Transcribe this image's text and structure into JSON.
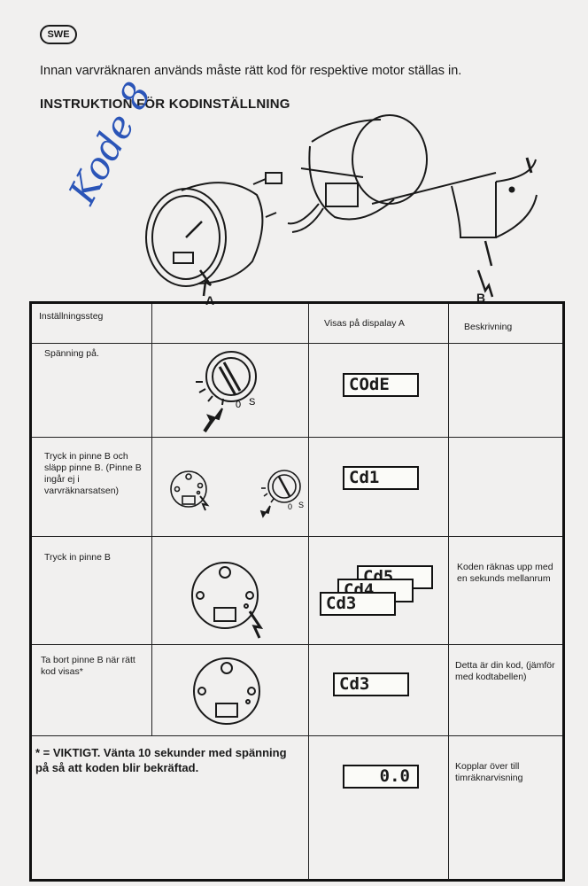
{
  "badge": "SWE",
  "intro_text": "Innan varvräknaren används måste rätt kod för respektive motor ställas in.",
  "heading": "INSTRUKTION FÖR KODINSTÄLLNING",
  "handwritten_note": "Kode 8",
  "illustration_labels": {
    "a": "A",
    "b": "B"
  },
  "table": {
    "headers": [
      "Inställningssteg",
      "",
      "Visas på dispalay A",
      "Beskrivning"
    ],
    "rows": [
      {
        "step": "Spänning på.",
        "display": "COdE",
        "description": "",
        "switch_labels": {
          "zero": "0",
          "s": "S"
        }
      },
      {
        "step": "Tryck in pinne B och släpp pinne B. (Pinne B ingår ej i varvräknarsatsen)",
        "display": "Cd1",
        "description": "",
        "switch_labels": {
          "zero": "0",
          "s": "S"
        }
      },
      {
        "step": "Tryck in pinne B",
        "displays": [
          "Cd5",
          "Cd4",
          "Cd3"
        ],
        "description": "Koden räknas upp med en sekunds mellanrum"
      },
      {
        "step": "Ta bort pinne B när rätt kod visas*",
        "display": "Cd3",
        "description": "Detta är din kod, (jämför med kodtabellen)"
      },
      {
        "step": "* = VIKTIGT. Vänta 10 sekunder med spänning på så att koden blir bekräftad.",
        "display": "0.0",
        "description": "Kopplar över till timräknarvisning"
      }
    ]
  }
}
